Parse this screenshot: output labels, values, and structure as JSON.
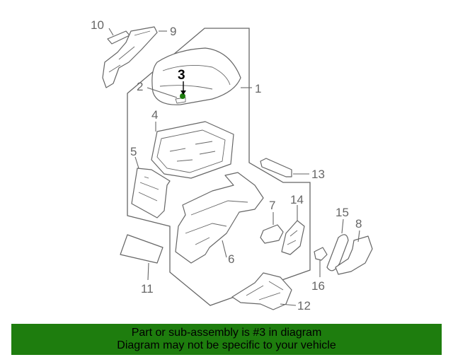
{
  "callouts": {
    "c1": "1",
    "c2": "2",
    "c3": "3",
    "c4": "4",
    "c5": "5",
    "c6": "6",
    "c7": "7",
    "c8": "8",
    "c9": "9",
    "c10": "10",
    "c11": "11",
    "c12": "12",
    "c13": "13",
    "c14": "14",
    "c15": "15",
    "c16": "16"
  },
  "banner": {
    "line1": "Part or sub-assembly is #3 in diagram",
    "line2": "Diagram may not be specific to your vehicle",
    "color": "#1e7d0e"
  },
  "highlight": {
    "part": "3",
    "color": "#1e7d0e"
  }
}
